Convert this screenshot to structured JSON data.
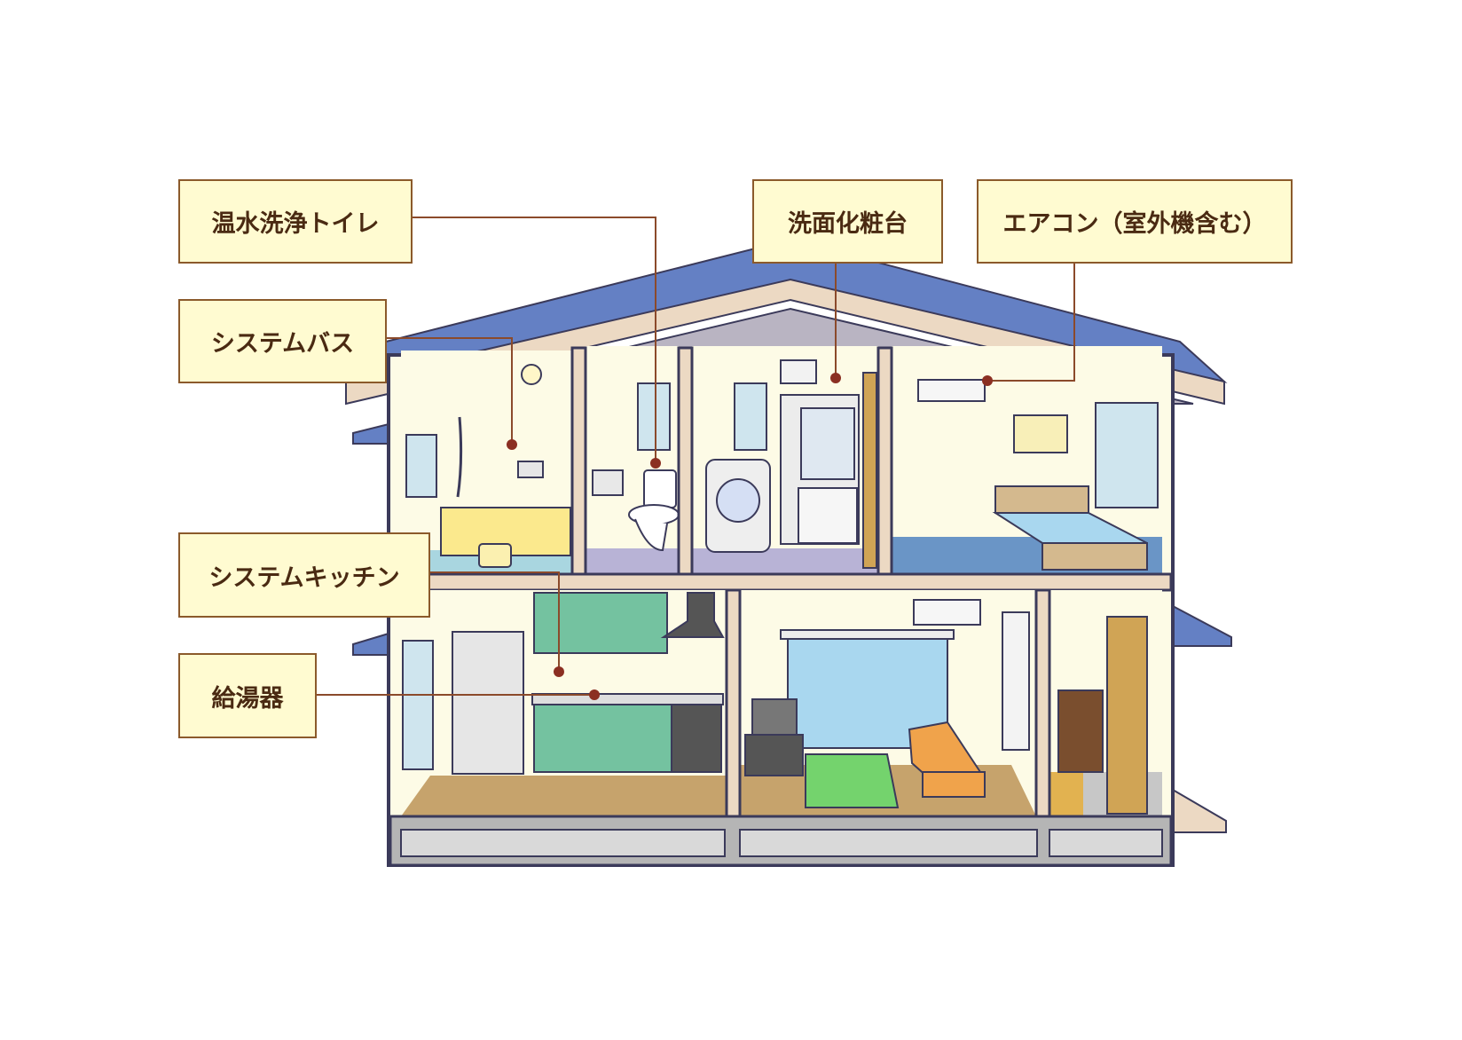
{
  "labels": {
    "toilet": "温水洗浄トイレ",
    "bath": "システムバス",
    "kitchen": "システムキッチン",
    "water_heater": "給湯器",
    "washbasin": "洗面化粧台",
    "aircon": "エアコン（室外機含む）"
  },
  "colors": {
    "outline": "#3b3a5a",
    "roof": "#6480c4",
    "wall": "#fdfbe6",
    "callout_fill": "#fffbd1",
    "callout_border": "#8b5a2b",
    "callout_text": "#4a2a12",
    "leader_line": "#8b4a2b",
    "marker_dot": "#8b2f22"
  },
  "icons": [
    "toilet-icon",
    "bathtub-icon",
    "washing-machine-icon",
    "vanity-icon",
    "air-conditioner-icon",
    "bed-icon",
    "refrigerator-icon",
    "kitchen-counter-icon",
    "range-hood-icon",
    "tv-icon",
    "sofa-icon",
    "window-icon",
    "door-icon"
  ]
}
